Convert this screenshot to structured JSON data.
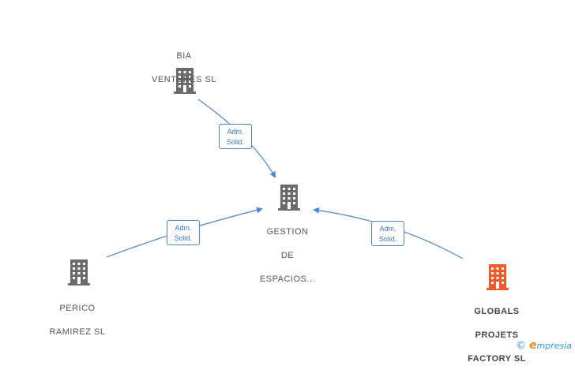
{
  "nodes": [
    {
      "id": "bia",
      "name_line1": "BIA",
      "name_line2": "VENTURES  SL",
      "color": "#6b6b6b"
    },
    {
      "id": "gestion",
      "name_line1": "GESTION",
      "name_line2": "DE",
      "name_line3": "ESPACIOS...",
      "color": "#6b6b6b"
    },
    {
      "id": "perico",
      "name_line1": "PERICO",
      "name_line2": "RAMIREZ  SL",
      "color": "#6b6b6b"
    },
    {
      "id": "globals",
      "name_line1": "GLOBALS",
      "name_line2": "PROJETS",
      "name_line3": "FACTORY  SL",
      "color": "#f05a28"
    }
  ],
  "edges": [
    {
      "from": "bia",
      "to": "gestion",
      "label_line1": "Adm.",
      "label_line2": "Solid."
    },
    {
      "from": "perico",
      "to": "gestion",
      "label_line1": "Adm.",
      "label_line2": "Solid."
    },
    {
      "from": "globals",
      "to": "gestion",
      "label_line1": "Adm.",
      "label_line2": "Solid."
    }
  ],
  "edge_color": "#4a86c8",
  "logo": {
    "copyright": "©",
    "brand_initial": "e",
    "brand_rest": "mpresia"
  }
}
